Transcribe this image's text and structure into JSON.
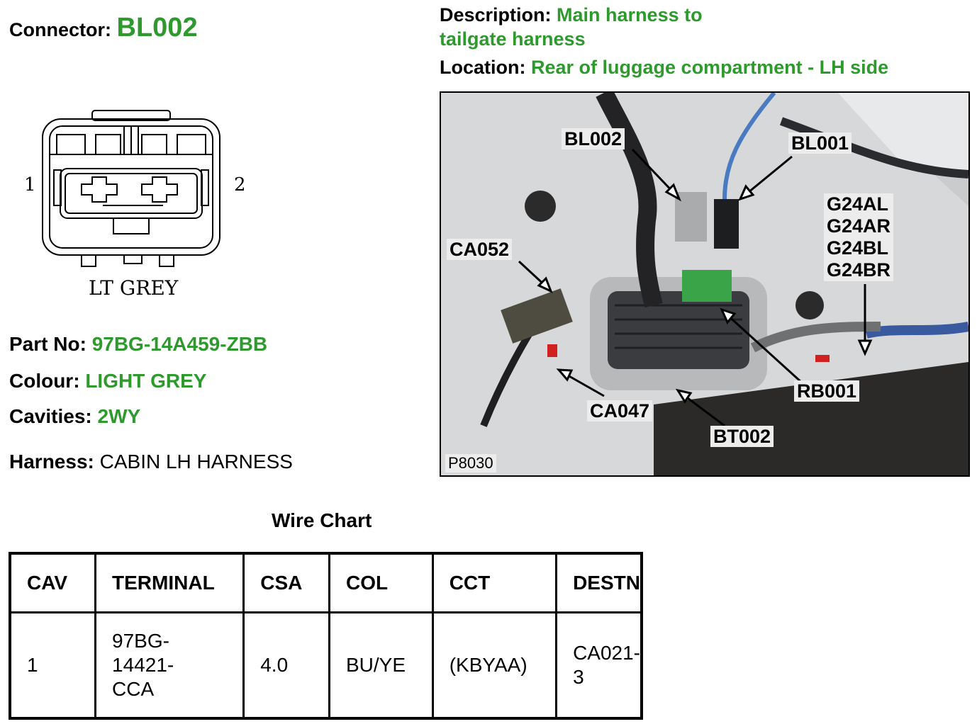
{
  "header": {
    "connector_label": "Connector:",
    "connector_value": "BL002",
    "description_label": "Description:",
    "description_value_line1": "Main harness to",
    "description_value_line2": "tailgate harness",
    "location_label": "Location:",
    "location_value": "Rear of luggage compartment - LH side"
  },
  "connector_drawing": {
    "pin_left": "1",
    "pin_right": "2",
    "colour_caption": "LT GREY"
  },
  "details": {
    "part_label": "Part No:",
    "part_value": "97BG-14A459-ZBB",
    "colour_label": "Colour:",
    "colour_value": "LIGHT GREY",
    "cavities_label": "Cavities:",
    "cavities_value": "2WY",
    "harness_label": "Harness:",
    "harness_value": "CABIN LH HARNESS"
  },
  "photo": {
    "callouts": {
      "bl002": "BL002",
      "bl001": "BL001",
      "ca052": "CA052",
      "g24al": "G24AL",
      "g24ar": "G24AR",
      "g24bl": "G24BL",
      "g24br": "G24BR",
      "rb001": "RB001",
      "ca047": "CA047",
      "bt002": "BT002"
    },
    "reference": "P8030"
  },
  "wire_chart": {
    "title": "Wire Chart",
    "headers": [
      "CAV",
      "TERMINAL",
      "CSA",
      "COL",
      "CCT",
      "DESTN"
    ],
    "rows": [
      {
        "cav": "1",
        "terminal_l1": "97BG-",
        "terminal_l2": "14421-",
        "terminal_l3": "CCA",
        "csa": "4.0",
        "col": "BU/YE",
        "cct": "(KBYAA)",
        "destn_l1": "CA021-",
        "destn_l2": "3"
      }
    ]
  },
  "colors": {
    "accent_green": "#2e9a2e"
  }
}
